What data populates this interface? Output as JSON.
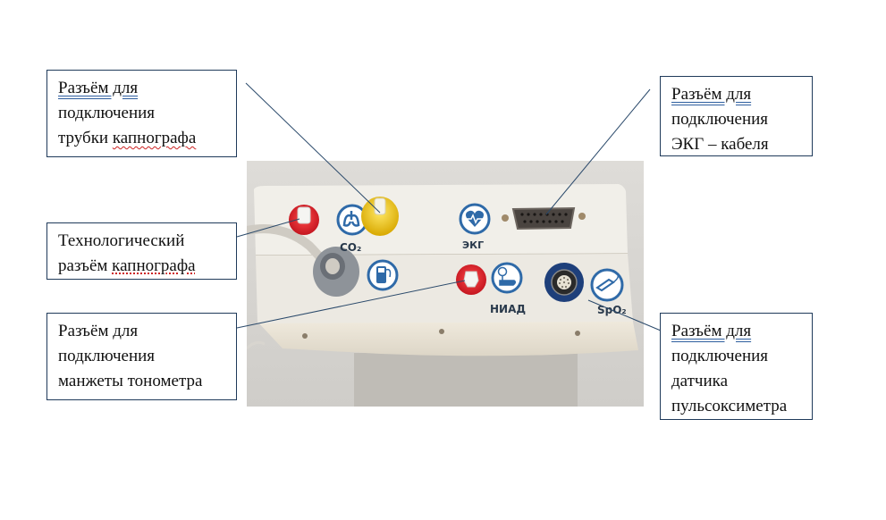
{
  "callouts": {
    "capnograph_tube": {
      "line1": "Разъём  для",
      "line2": "подключения",
      "line3_a": "трубки ",
      "line3_b": "капнографа"
    },
    "ecg_cable": {
      "line1": "Разъём  для",
      "line2": "подключения",
      "line3": "ЭКГ – кабеля"
    },
    "capnograph_service": {
      "line1": "Технологический",
      "line2_a": "разъём ",
      "line2_b": "капнографа"
    },
    "nibp_cuff": {
      "line1": "Разъём для",
      "line2": "подключения",
      "line3": "манжеты тонометра"
    },
    "spo2_sensor": {
      "line1": "Разъём  для",
      "line2": "подключения",
      "line3": "датчика",
      "line4": "пульсоксиметра"
    }
  },
  "device_labels": {
    "co2": "CO₂",
    "ecg": "ЭКГ",
    "nibp": "НИАД",
    "spo2": "SpO₂"
  },
  "colors": {
    "leader_line": "#2b4a6b",
    "box_border": "#1f3a5a",
    "icon_blue": "#2f6aa8",
    "connector_red": "#d8202a",
    "connector_yellow": "#f2c81a",
    "connector_navy": "#1e3f7a"
  }
}
